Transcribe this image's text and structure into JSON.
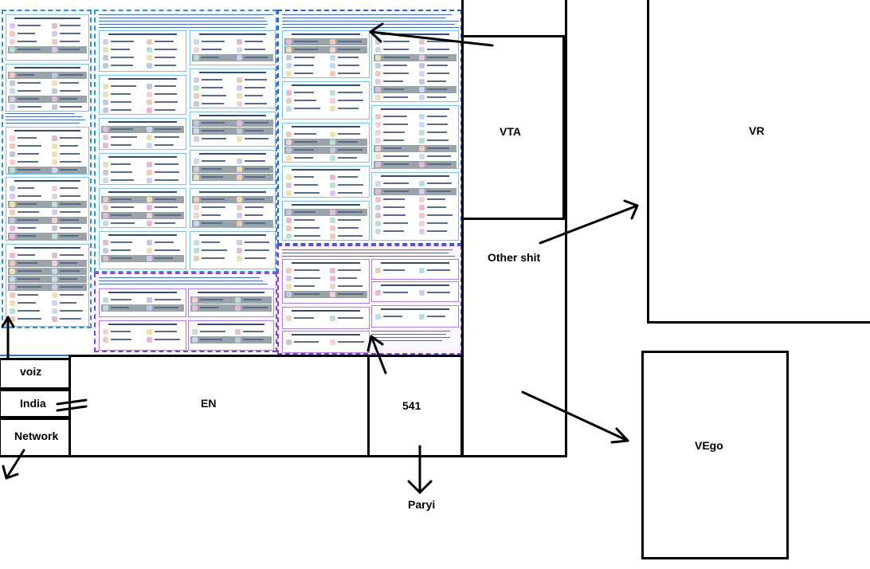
{
  "labels": {
    "voiz": "voiz",
    "india": "India",
    "network": "Network",
    "en": "EN",
    "five41": "541",
    "paryi": "Paryi",
    "vta": "VTA",
    "other": "Other shit",
    "vr": "VR",
    "vego": "VEgo"
  },
  "colors": {
    "outline": "#000000",
    "panel_blue": "#2f8fe0",
    "panel_purple": "#8a3ad8",
    "row_grey": "#9aa3a8"
  },
  "icons": [
    "arrow-icon"
  ]
}
